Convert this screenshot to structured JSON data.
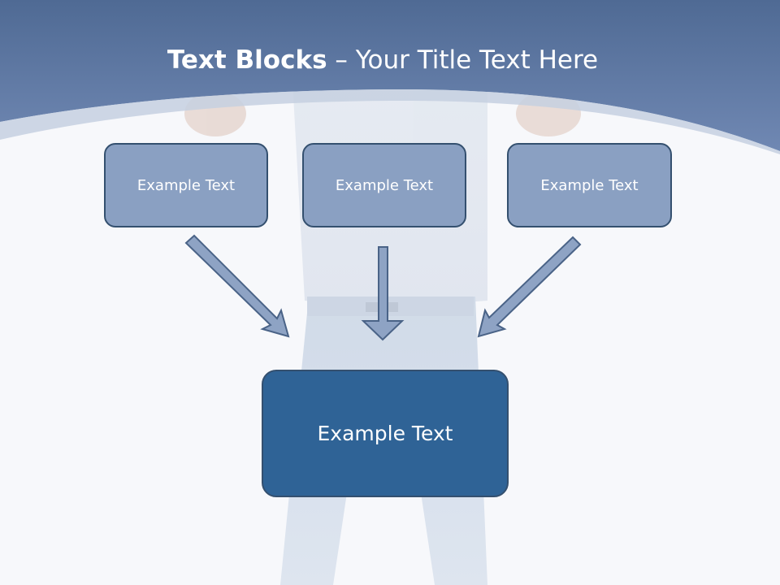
{
  "title": {
    "bold": "Text Blocks",
    "rest": " – Your Title Text Here"
  },
  "boxes": {
    "top_left": "Example Text",
    "top_center": "Example Text",
    "top_right": "Example Text",
    "bottom": "Example Text"
  },
  "colors": {
    "header": "#5f7aa6",
    "small_box": "#8aa0c2",
    "main_box": "#2f6396",
    "border": "#34506f",
    "arrow_fill": "#8ea3c4"
  }
}
